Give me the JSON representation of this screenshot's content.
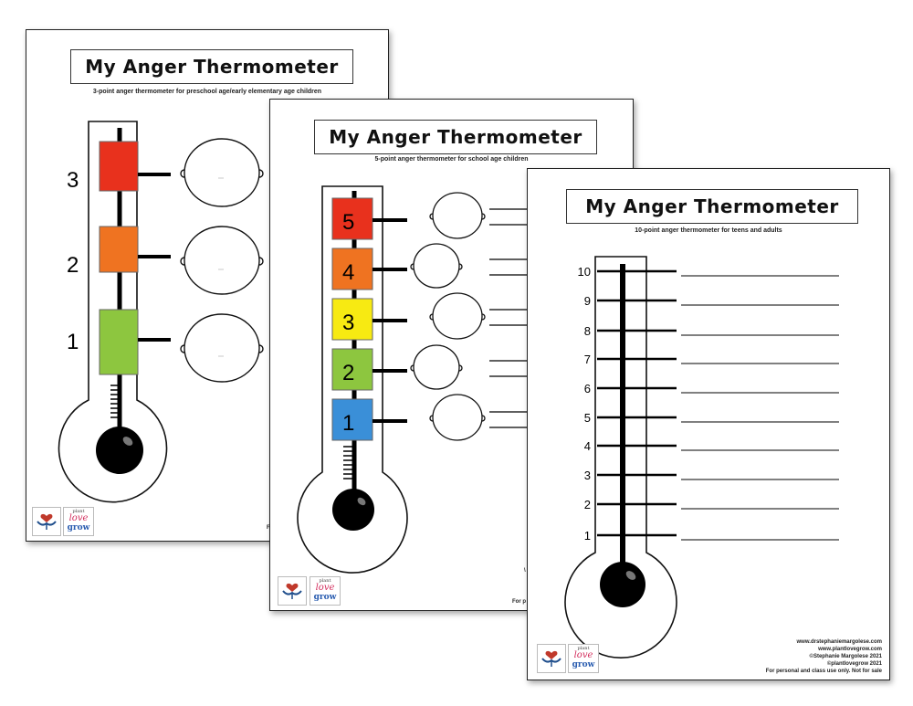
{
  "colors": {
    "red": "#e8311d",
    "orange": "#ef7321",
    "yellow": "#f7ea12",
    "green": "#8dc63f",
    "blue": "#3a8fd8",
    "ink": "#000000"
  },
  "logos": {
    "heart_icon": "heart-hands-icon",
    "brand_line1": "plant",
    "brand_line2": "love",
    "brand_line3": "grow"
  },
  "sheet1": {
    "title": "My Anger Thermometer",
    "subtitle": "3-point anger thermometer for preschool age/early elementary age children",
    "levels": [
      "3",
      "2",
      "1"
    ],
    "edge_text": "F"
  },
  "sheet2": {
    "title": "My Anger Thermometer",
    "subtitle": "5-point anger thermometer for school age children",
    "levels": [
      "5",
      "4",
      "3",
      "2",
      "1"
    ],
    "edge_text_1": "\\",
    "edge_text_2": "For p"
  },
  "sheet3": {
    "title": "My Anger Thermometer",
    "subtitle": "10-point anger thermometer for teens and adults",
    "levels": [
      "10",
      "9",
      "8",
      "7",
      "6",
      "5",
      "4",
      "3",
      "2",
      "1"
    ],
    "footer": [
      "www.drstephaniemargolese.com",
      "www.plantlovegrow.com",
      "©Stephanie Margolese 2021",
      "©plantlovegrow 2021",
      "For personal and class use only. Not for sale"
    ]
  }
}
